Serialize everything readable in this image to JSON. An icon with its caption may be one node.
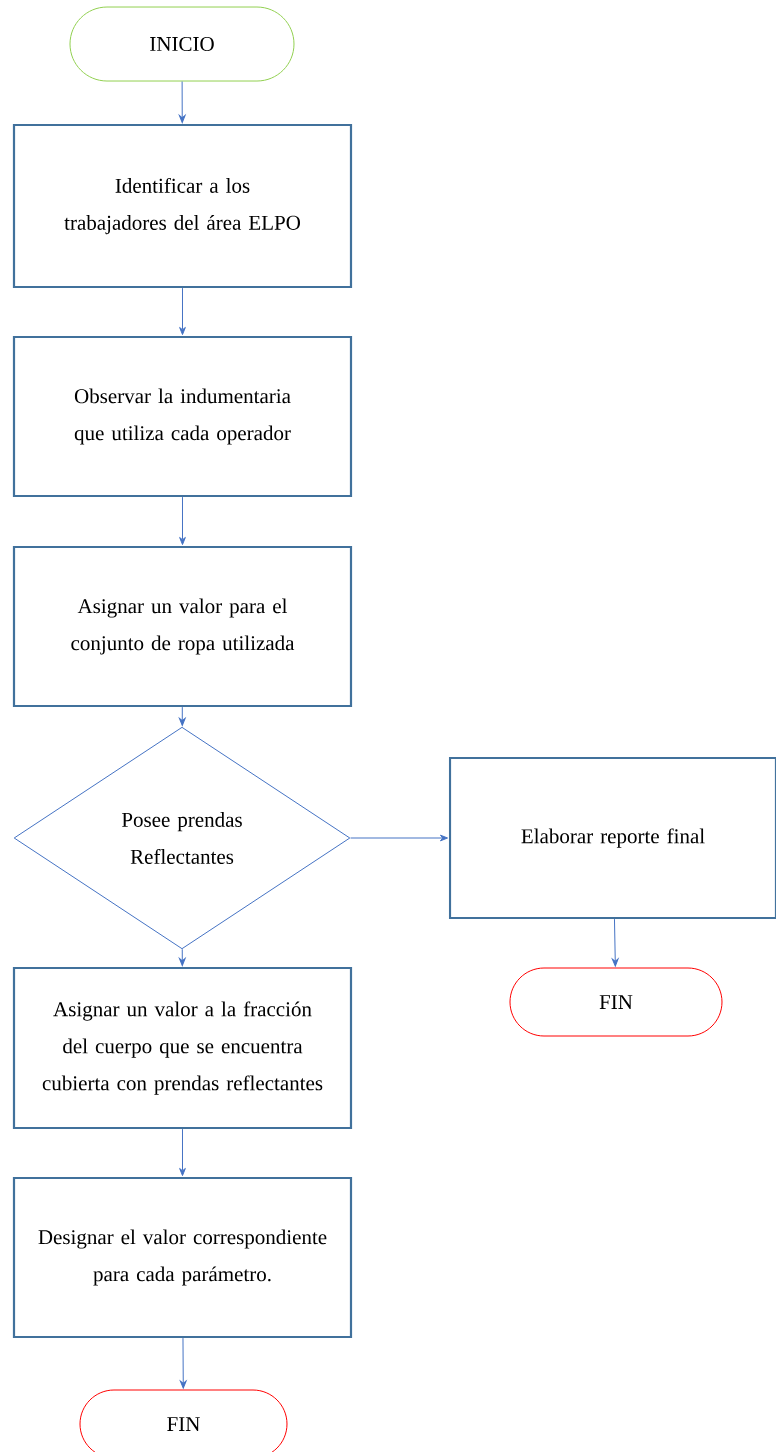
{
  "diagram": {
    "nodes": [
      {
        "text": [
          "INICIO"
        ]
      },
      {
        "text": [
          "Identificar a los trabajadores del área ELPO"
        ]
      },
      {
        "text": [
          "Observar la indumentaria que utiliza cada operador"
        ]
      },
      {
        "text": [
          "Asignar un valor para el conjunto de ropa utilizada"
        ]
      },
      {
        "text": [
          "Posee prendas Reflectantes"
        ]
      },
      {
        "text": [
          "Elaborar reporte final"
        ]
      },
      {
        "text": [
          "FIN"
        ]
      },
      {
        "text": [
          "Asignar un valor a la fracción del cuerpo que se encuentra cubierta con prendas reflectantes"
        ]
      },
      {
        "text": [
          "Designar el valor correspondiente para cada parámetro."
        ]
      },
      {
        "text": [
          "FIN"
        ]
      }
    ],
    "edges": [
      {
        "from": 0,
        "to": 1,
        "arrow": "to"
      },
      {
        "from": 1,
        "to": 2,
        "arrow": "to"
      },
      {
        "from": 2,
        "to": 3,
        "arrow": "to"
      },
      {
        "from": 3,
        "to": 4,
        "arrow": "to"
      },
      {
        "from": 4,
        "to": 5,
        "arrow": "to"
      },
      {
        "from": 5,
        "to": 6,
        "arrow": "to"
      },
      {
        "from": 4,
        "to": 7,
        "arrow": "to"
      },
      {
        "from": 7,
        "to": 8,
        "arrow": "to"
      },
      {
        "from": 8,
        "to": 9,
        "arrow": "to"
      }
    ]
  }
}
